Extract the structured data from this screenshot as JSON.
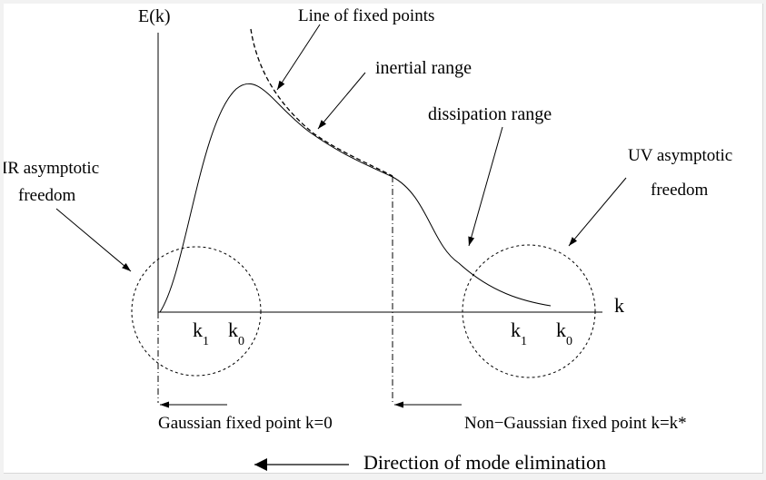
{
  "labels": {
    "y_axis": "E(k)",
    "x_axis": "k",
    "line_of_fixed_points": "Line of fixed points",
    "inertial_range": "inertial range",
    "dissipation_range": "dissipation range",
    "ir_line1": "IR asymptotic",
    "ir_line2": "freedom",
    "uv_line1": "UV asymptotic",
    "uv_line2": "freedom",
    "gaussian_fp": "Gaussian fixed point k=0",
    "non_gaussian_fp": "Non−Gaussian fixed point k=k*",
    "direction": "Direction of mode elimination"
  },
  "ticks": {
    "left": [
      {
        "base": "k",
        "sub": "1"
      },
      {
        "base": "k",
        "sub": "0"
      }
    ],
    "right": [
      {
        "base": "k",
        "sub": "1"
      },
      {
        "base": "k",
        "sub": "0"
      }
    ]
  },
  "colors": {
    "background": "#ffffff",
    "ink": "#000000",
    "page": "#f2f2f2"
  }
}
